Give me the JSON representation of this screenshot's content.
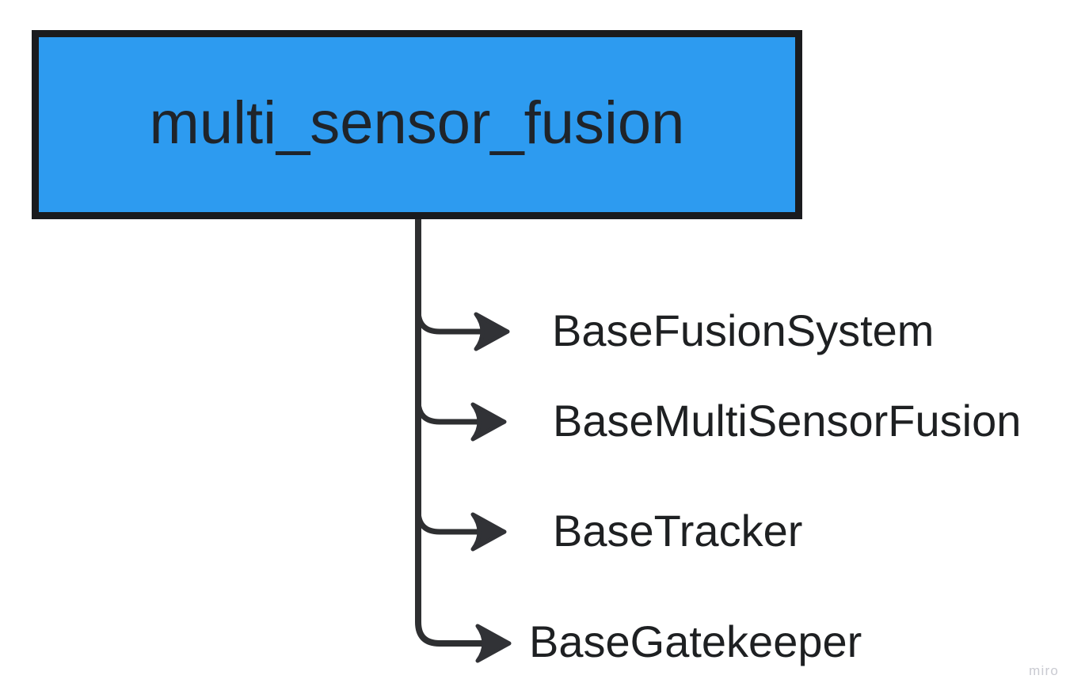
{
  "diagram": {
    "type": "mind-map",
    "root": {
      "label": "multi_sensor_fusion",
      "fill_color": "#2D9BF0",
      "border_color": "#1A1B1E",
      "text_color": "#1F242A"
    },
    "children": [
      {
        "label": "BaseFusionSystem"
      },
      {
        "label": "BaseMultiSensorFusion"
      },
      {
        "label": "BaseTracker"
      },
      {
        "label": "BaseGatekeeper"
      }
    ],
    "connector_color": "#2E2F31",
    "child_text_color": "#1E2022"
  },
  "watermark": {
    "text": "miro",
    "color": "#C9CAD1"
  }
}
